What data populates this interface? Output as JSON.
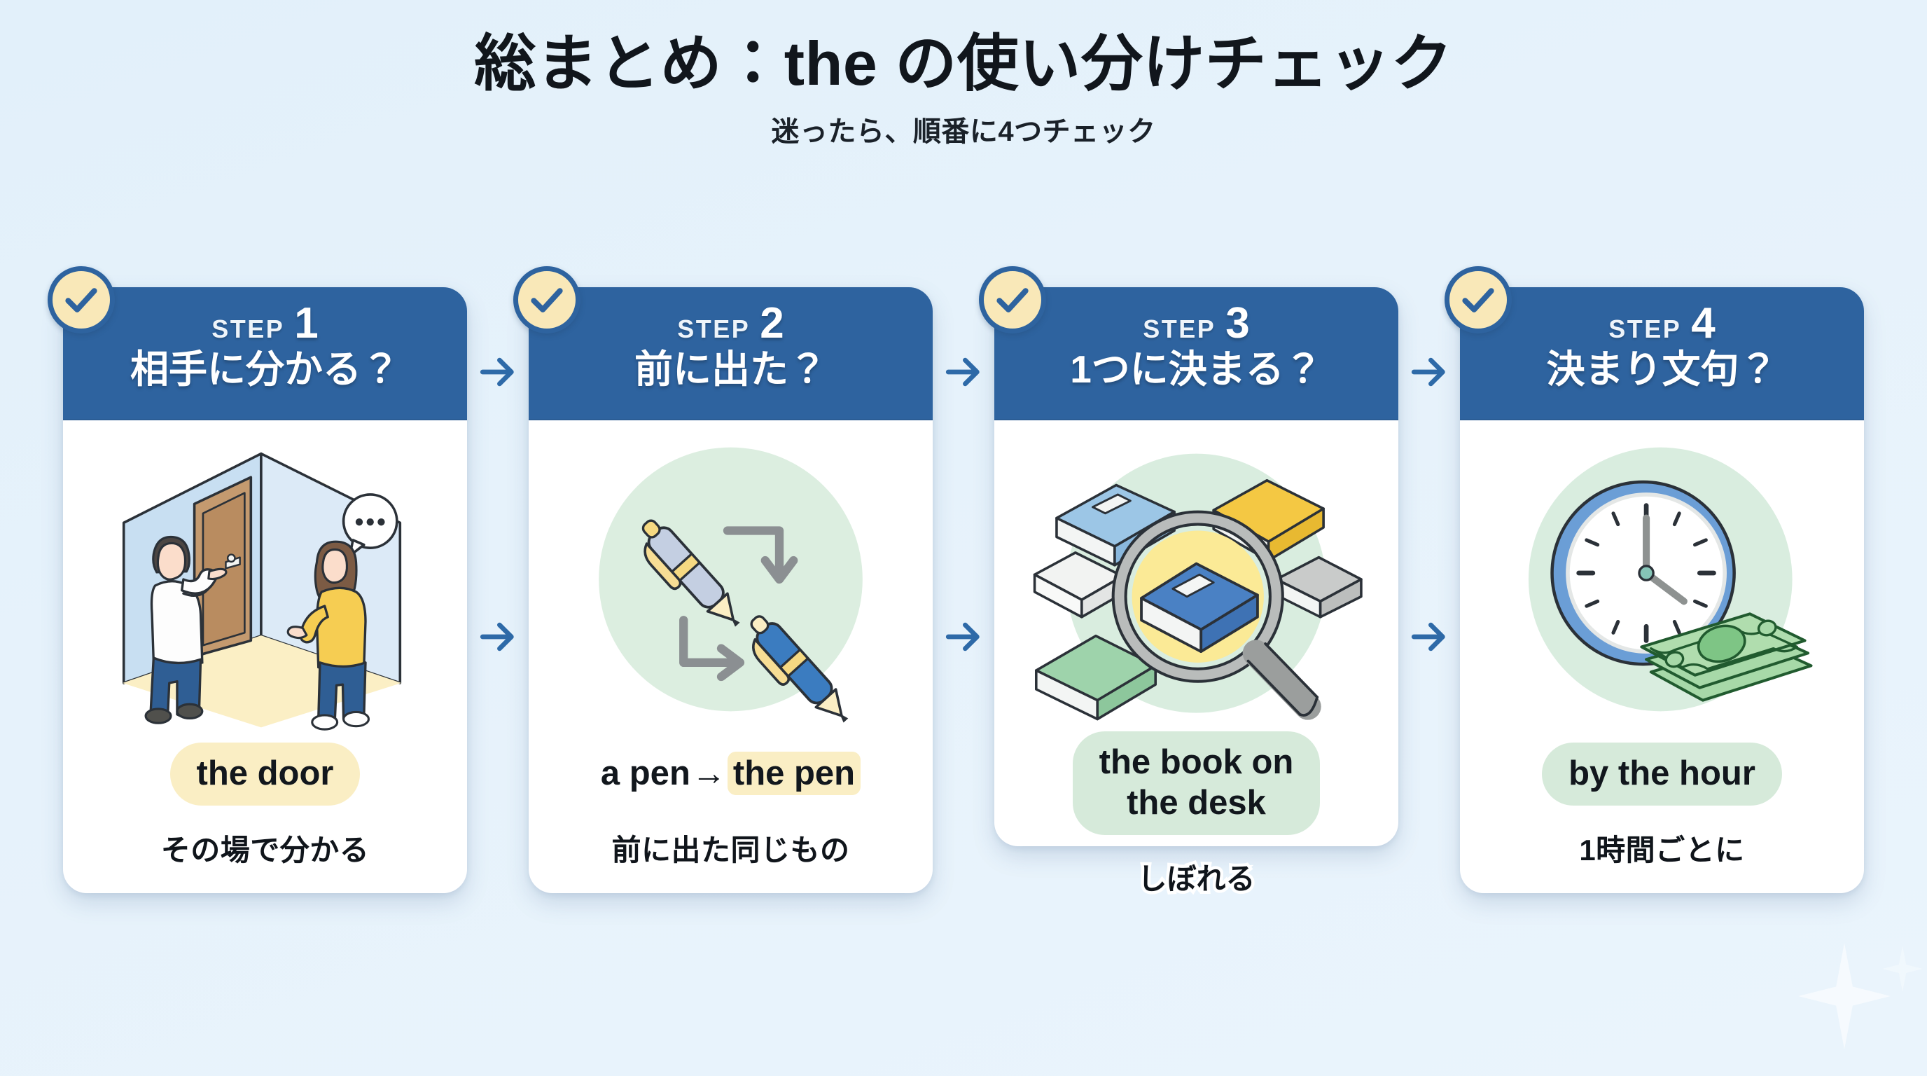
{
  "header": {
    "title": "総まとめ：the の使い分けチェック",
    "subtitle": "迷ったら、順番に4つチェック"
  },
  "colors": {
    "background": "#e6f2fb",
    "card_header_blue": "#2e639f",
    "badge_yellow": "#f9e8b8",
    "pill_yellow": "#faeec4",
    "pill_green": "#d6eada",
    "arrow_blue": "#2e6aa8",
    "text_dark": "#11161c"
  },
  "connector_arrows": [
    {
      "name": "arrow-step1-to-step2",
      "glyph": "→"
    },
    {
      "name": "arrow-step2-to-step3",
      "glyph": "→"
    },
    {
      "name": "arrow-step3-to-step4",
      "glyph": "→"
    }
  ],
  "cards": [
    {
      "step_label": "STEP",
      "step_number": "1",
      "question": "相手に分かる？",
      "badge_icon": "check-icon",
      "illustration": "two-people-door-scene",
      "example": {
        "style": "pill-yellow",
        "full_text": "the door",
        "prefix": "",
        "highlight": "the door"
      },
      "caption": "その場で分かる",
      "caption_overflows": false
    },
    {
      "step_label": "STEP",
      "step_number": "2",
      "question": "前に出た？",
      "badge_icon": "check-icon",
      "illustration": "two-pens-cycle",
      "example": {
        "style": "pill-plain",
        "full_text": "a pen → the pen",
        "prefix": "a pen",
        "arrow": "→",
        "highlight": "the pen"
      },
      "caption": "前に出た同じもの",
      "caption_overflows": false
    },
    {
      "step_label": "STEP",
      "step_number": "3",
      "question": "1つに決まる？",
      "badge_icon": "check-icon",
      "illustration": "books-magnifier",
      "example": {
        "style": "pill-green",
        "full_text": "the book on the desk",
        "line1": "the book on",
        "line2": "the desk"
      },
      "caption": "しぼれる",
      "caption_overflows": true
    },
    {
      "step_label": "STEP",
      "step_number": "4",
      "question": "決まり文句？",
      "badge_icon": "check-icon",
      "illustration": "clock-money",
      "example": {
        "style": "pill-green",
        "full_text": "by the hour",
        "highlight": "by the hour"
      },
      "caption": "1時間ごとに",
      "caption_overflows": false
    }
  ]
}
